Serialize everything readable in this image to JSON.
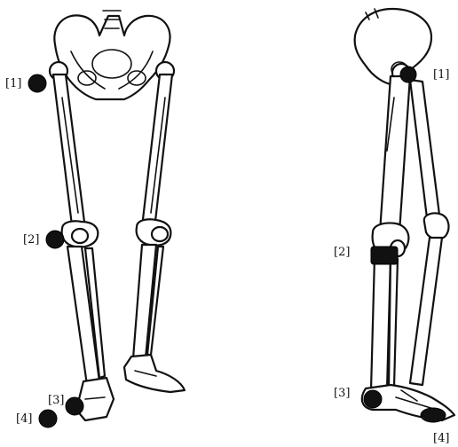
{
  "front_view": {
    "labels": {
      "m1": "[1]",
      "m2": "[2]",
      "m3": "[3]",
      "m4": "[4]"
    }
  },
  "side_view": {
    "labels": {
      "m1": "[1]",
      "m2": "[2]",
      "m3": "[3]",
      "m4": "[4]"
    }
  },
  "colors": {
    "ink": "#111111",
    "background": "#ffffff"
  }
}
